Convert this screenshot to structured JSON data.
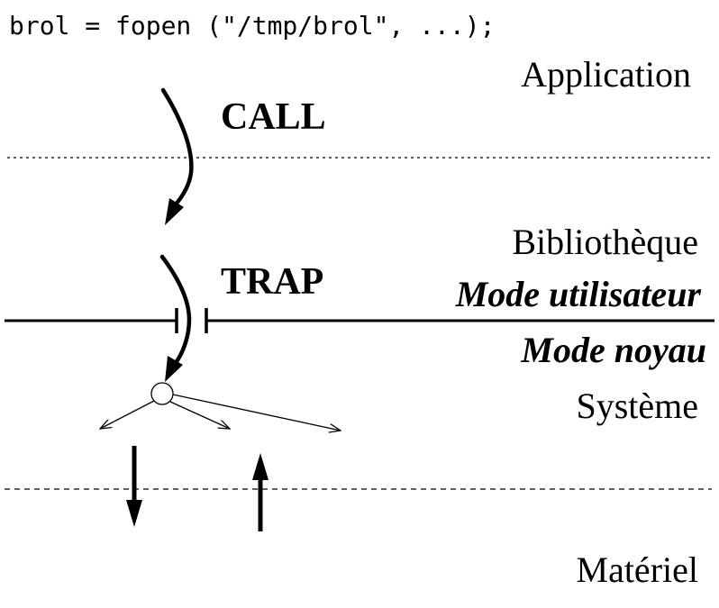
{
  "code_line": "brol = fopen (\"/tmp/brol\", ...);",
  "layers": {
    "application": "Application",
    "bibliotheque": "Bibliothèque",
    "systeme": "Système",
    "materiel": "Matériel"
  },
  "modes": {
    "utilisateur": "Mode utilisateur",
    "noyau": "Mode noyau"
  },
  "operations": {
    "call": "CALL",
    "trap": "TRAP"
  }
}
